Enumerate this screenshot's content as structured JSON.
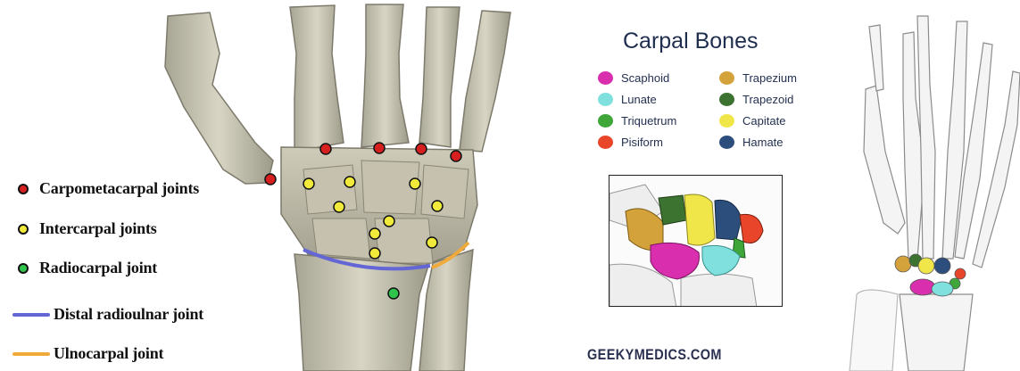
{
  "wrist_figure": {
    "legend": [
      {
        "label": "Carpometacarpal joints",
        "color": "#d62020",
        "marker": "dot"
      },
      {
        "label": "Intercarpal joints",
        "color": "#f2ea3a",
        "marker": "dot"
      },
      {
        "label": "Radiocarpal joint",
        "color": "#2fc44c",
        "marker": "dot"
      },
      {
        "label": "Distal radioulnar joint",
        "color": "#6466d6",
        "marker": "line"
      },
      {
        "label": "Ulnocarpal joint",
        "color": "#f0aa3c",
        "marker": "line"
      }
    ]
  },
  "carpal_figure": {
    "title": "Carpal Bones",
    "bones": [
      {
        "name": "Scaphoid",
        "color": "#d92fae"
      },
      {
        "name": "Lunate",
        "color": "#7fe0de"
      },
      {
        "name": "Triquetrum",
        "color": "#3fa63a"
      },
      {
        "name": "Pisiform",
        "color": "#e9452a"
      },
      {
        "name": "Trapezium",
        "color": "#d4a23a"
      },
      {
        "name": "Trapezoid",
        "color": "#3d7330"
      },
      {
        "name": "Capitate",
        "color": "#f0e64a"
      },
      {
        "name": "Hamate",
        "color": "#2b4e7c"
      }
    ],
    "watermark": "GEEKYMEDICS.COM"
  }
}
